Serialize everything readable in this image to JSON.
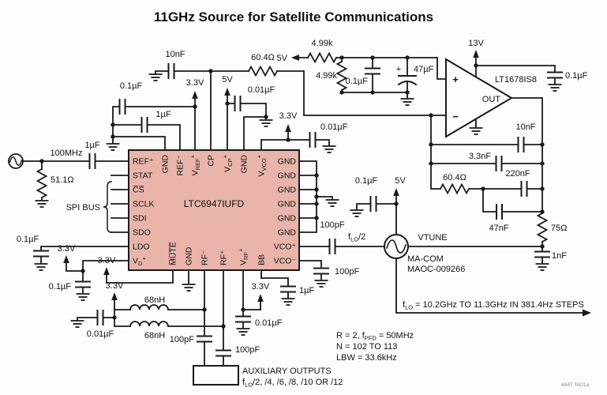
{
  "title": "11GHz Source for Satellite Communications",
  "corner_ref": "6947 TA01a",
  "input": {
    "freq": "100MHz"
  },
  "spi": {
    "label": "SPI BUS"
  },
  "supplies": {
    "v33": "3.3V",
    "v5": "5V",
    "v13": "13V"
  },
  "values": {
    "c10n": "10nF",
    "c01u": "0.1µF",
    "c1u": "1µF",
    "c001u": "0.01µF",
    "c100p": "100pF",
    "c47u": "47µF",
    "c33n": "3.3nF",
    "c220n": "220nF",
    "c47n": "47nF",
    "c1n": "1nF",
    "r604": "60.4Ω",
    "r499k": "4.99k",
    "r511": "51.1Ω",
    "r75": "75Ω",
    "l68n": "68nH",
    "plus": "+"
  },
  "chip": {
    "part": "LTC6947IUFD"
  },
  "pins": {
    "ref_p": "REF⁺",
    "stat": "STAT",
    "cs": "C̅S̅",
    "sclk": "SCLK",
    "sdi": "SDI",
    "sdo": "SDO",
    "ldo": "LDO",
    "vd_base": "V",
    "vd_sub": "D",
    "vd_sup": "+",
    "gnd": "GND",
    "ref_m": "REF⁻",
    "vref_base": "V",
    "vref_sub": "REF",
    "vref_sup": "+",
    "cp": "CP",
    "vcp_base": "V",
    "vcp_sub": "CP",
    "vcp_sup": "+",
    "vvco_base": "V",
    "vvco_sub": "VCO",
    "vvco_sup": "+",
    "mute": "M̅U̅T̅E̅",
    "rf_m": "RF⁻",
    "rf_p": "RF⁺",
    "vrf_base": "V",
    "vrf_sub": "RF",
    "vrf_sup": "+",
    "bb": "BB",
    "vco_p": "VCO⁺",
    "vco_m": "VCO⁻"
  },
  "opamp": {
    "part": "LT1678IS8",
    "out": "OUT",
    "plus": "+",
    "minus": "−"
  },
  "vco": {
    "vendor": "MA-COM",
    "part": "MAOC-009266",
    "vtune": "VTUNE"
  },
  "flo2": {
    "base": "f",
    "sub": "LO",
    "rest": "/2"
  },
  "flo_range": {
    "base": "f",
    "sub": "LO",
    "rest": " = 10.2GHz TO 11.3GHz IN 381.4Hz STEPS"
  },
  "aux": {
    "line1": "AUXILIARY OUTPUTS",
    "line2_base": "f",
    "line2_sub": "LO",
    "line2_rest": "/2, /4, /6, /8, /10 OR /12"
  },
  "notes": {
    "r_pre": "R = 2, f",
    "r_sub": "PFD",
    "r_rest": " = 50MHz",
    "n": "N = 102 TO 113",
    "lbw": "LBW = 33.6kHz"
  }
}
